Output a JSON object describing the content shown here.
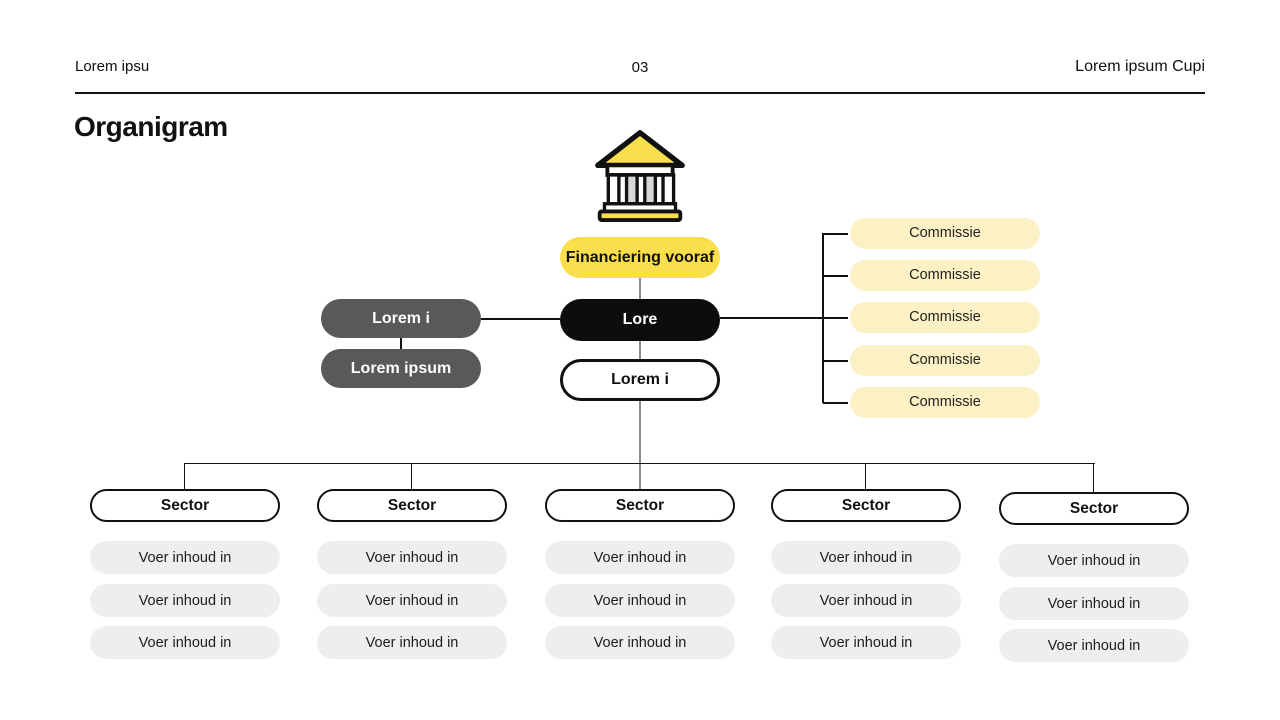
{
  "slide": {
    "header": {
      "left": "Lorem ipsu",
      "page_number": "03",
      "right": "Lorem ipsum Cupi"
    },
    "title": "Organigram"
  },
  "org_chart": {
    "icon": "bank-building-icon",
    "root_label": "Financiering vooraf",
    "center_node": "Lore",
    "sub_node": "Lorem i",
    "left_nodes": [
      "Lorem i",
      "Lorem ipsum"
    ],
    "committees": [
      "Commissie",
      "Commissie",
      "Commissie",
      "Commissie",
      "Commissie"
    ],
    "sectors": [
      {
        "label": "Sector",
        "items": [
          "Voer inhoud in",
          "Voer inhoud in",
          "Voer inhoud in"
        ]
      },
      {
        "label": "Sector",
        "items": [
          "Voer inhoud in",
          "Voer inhoud in",
          "Voer inhoud in"
        ]
      },
      {
        "label": "Sector",
        "items": [
          "Voer inhoud in",
          "Voer inhoud in",
          "Voer inhoud in"
        ]
      },
      {
        "label": "Sector",
        "items": [
          "Voer inhoud in",
          "Voer inhoud in",
          "Voer inhoud in"
        ]
      },
      {
        "label": "Sector",
        "items": [
          "Voer inhoud in",
          "Voer inhoud in",
          "Voer inhoud in"
        ]
      }
    ]
  },
  "colors": {
    "accent_yellow": "#FADE4C",
    "pale_yellow": "#FCF1C5",
    "dark_gray": "#595959",
    "light_gray": "#EFEDEE",
    "ink": "#111111",
    "line_gray": "#8C8C8C",
    "column_gray": "#D8D8D8"
  }
}
